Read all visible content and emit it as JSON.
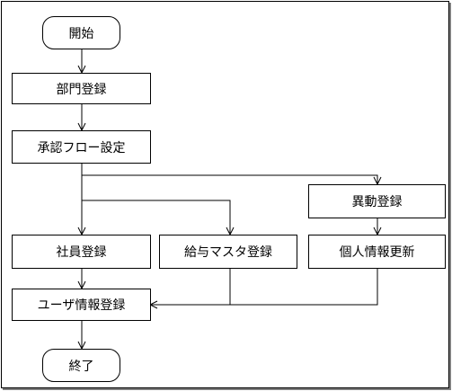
{
  "nodes": {
    "start": "開始",
    "dept_register": "部門登録",
    "approval_flow": "承認フロー設定",
    "transfer_register": "異動登録",
    "employee_register": "社員登録",
    "salary_master": "給与マスタ登録",
    "personal_update": "個人情報更新",
    "user_register": "ユーザ情報登録",
    "end": "終了"
  },
  "colors": {
    "line": "#000000",
    "shadow": "#7f7f7f"
  }
}
